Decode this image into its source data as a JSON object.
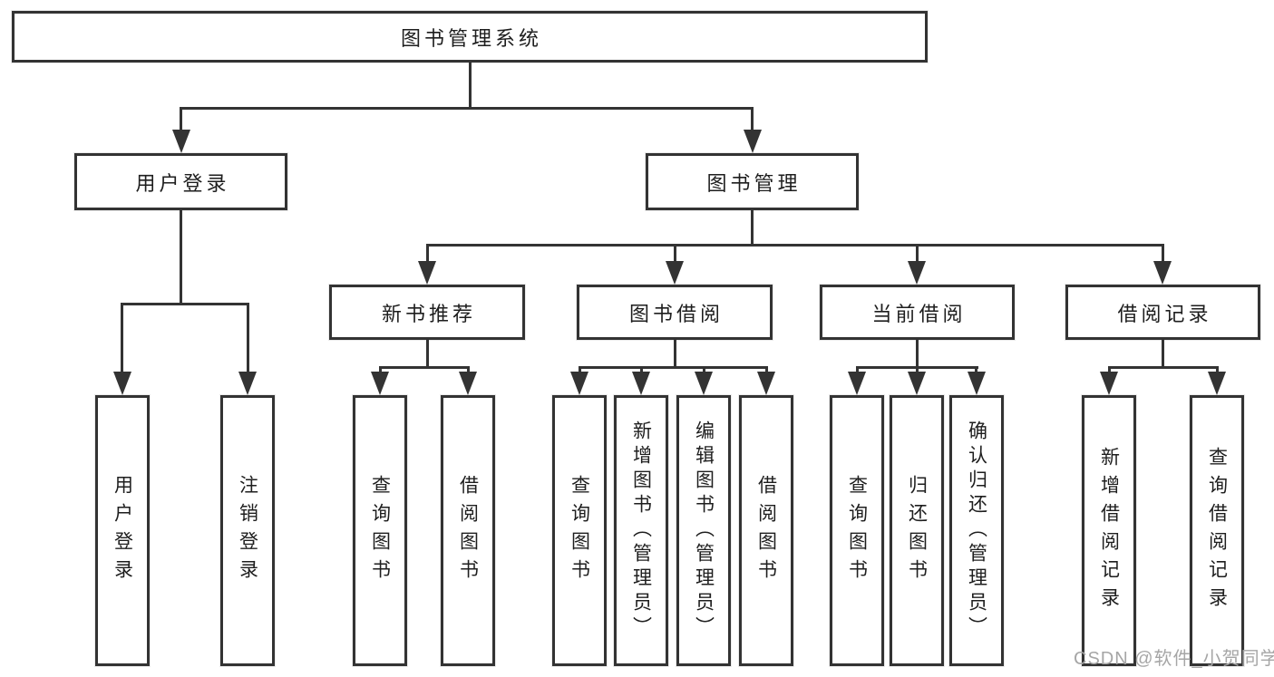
{
  "colors": {
    "line": "#333333",
    "text": "#1e1e1e",
    "watermark": "#a6a6a6",
    "background": "#ffffff"
  },
  "diagram_type": "hierarchy-tree",
  "tree": {
    "root": "图书管理系统",
    "branches": [
      {
        "label": "用户登录",
        "children": [
          "用户登录",
          "注销登录"
        ]
      },
      {
        "label": "图书管理",
        "children": [
          {
            "label": "新书推荐",
            "children": [
              "查询图书",
              "借阅图书"
            ]
          },
          {
            "label": "图书借阅",
            "children": [
              "查询图书",
              "新增图书（管理员）",
              "编辑图书（管理员）",
              "借阅图书"
            ]
          },
          {
            "label": "当前借阅",
            "children": [
              "查询图书",
              "归还图书",
              "确认归还（管理员）"
            ]
          },
          {
            "label": "借阅记录",
            "children": [
              "新增借阅记录",
              "查询借阅记录"
            ]
          }
        ]
      }
    ]
  },
  "watermark": "CSDN @软件_小贺同学"
}
